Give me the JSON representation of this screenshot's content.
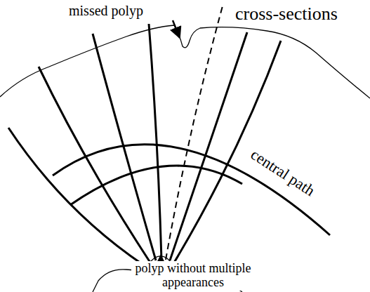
{
  "diagram": {
    "labels": [
      "missed polyp",
      "cross-sections",
      "central path",
      "polyp without multiple appearances"
    ]
  }
}
